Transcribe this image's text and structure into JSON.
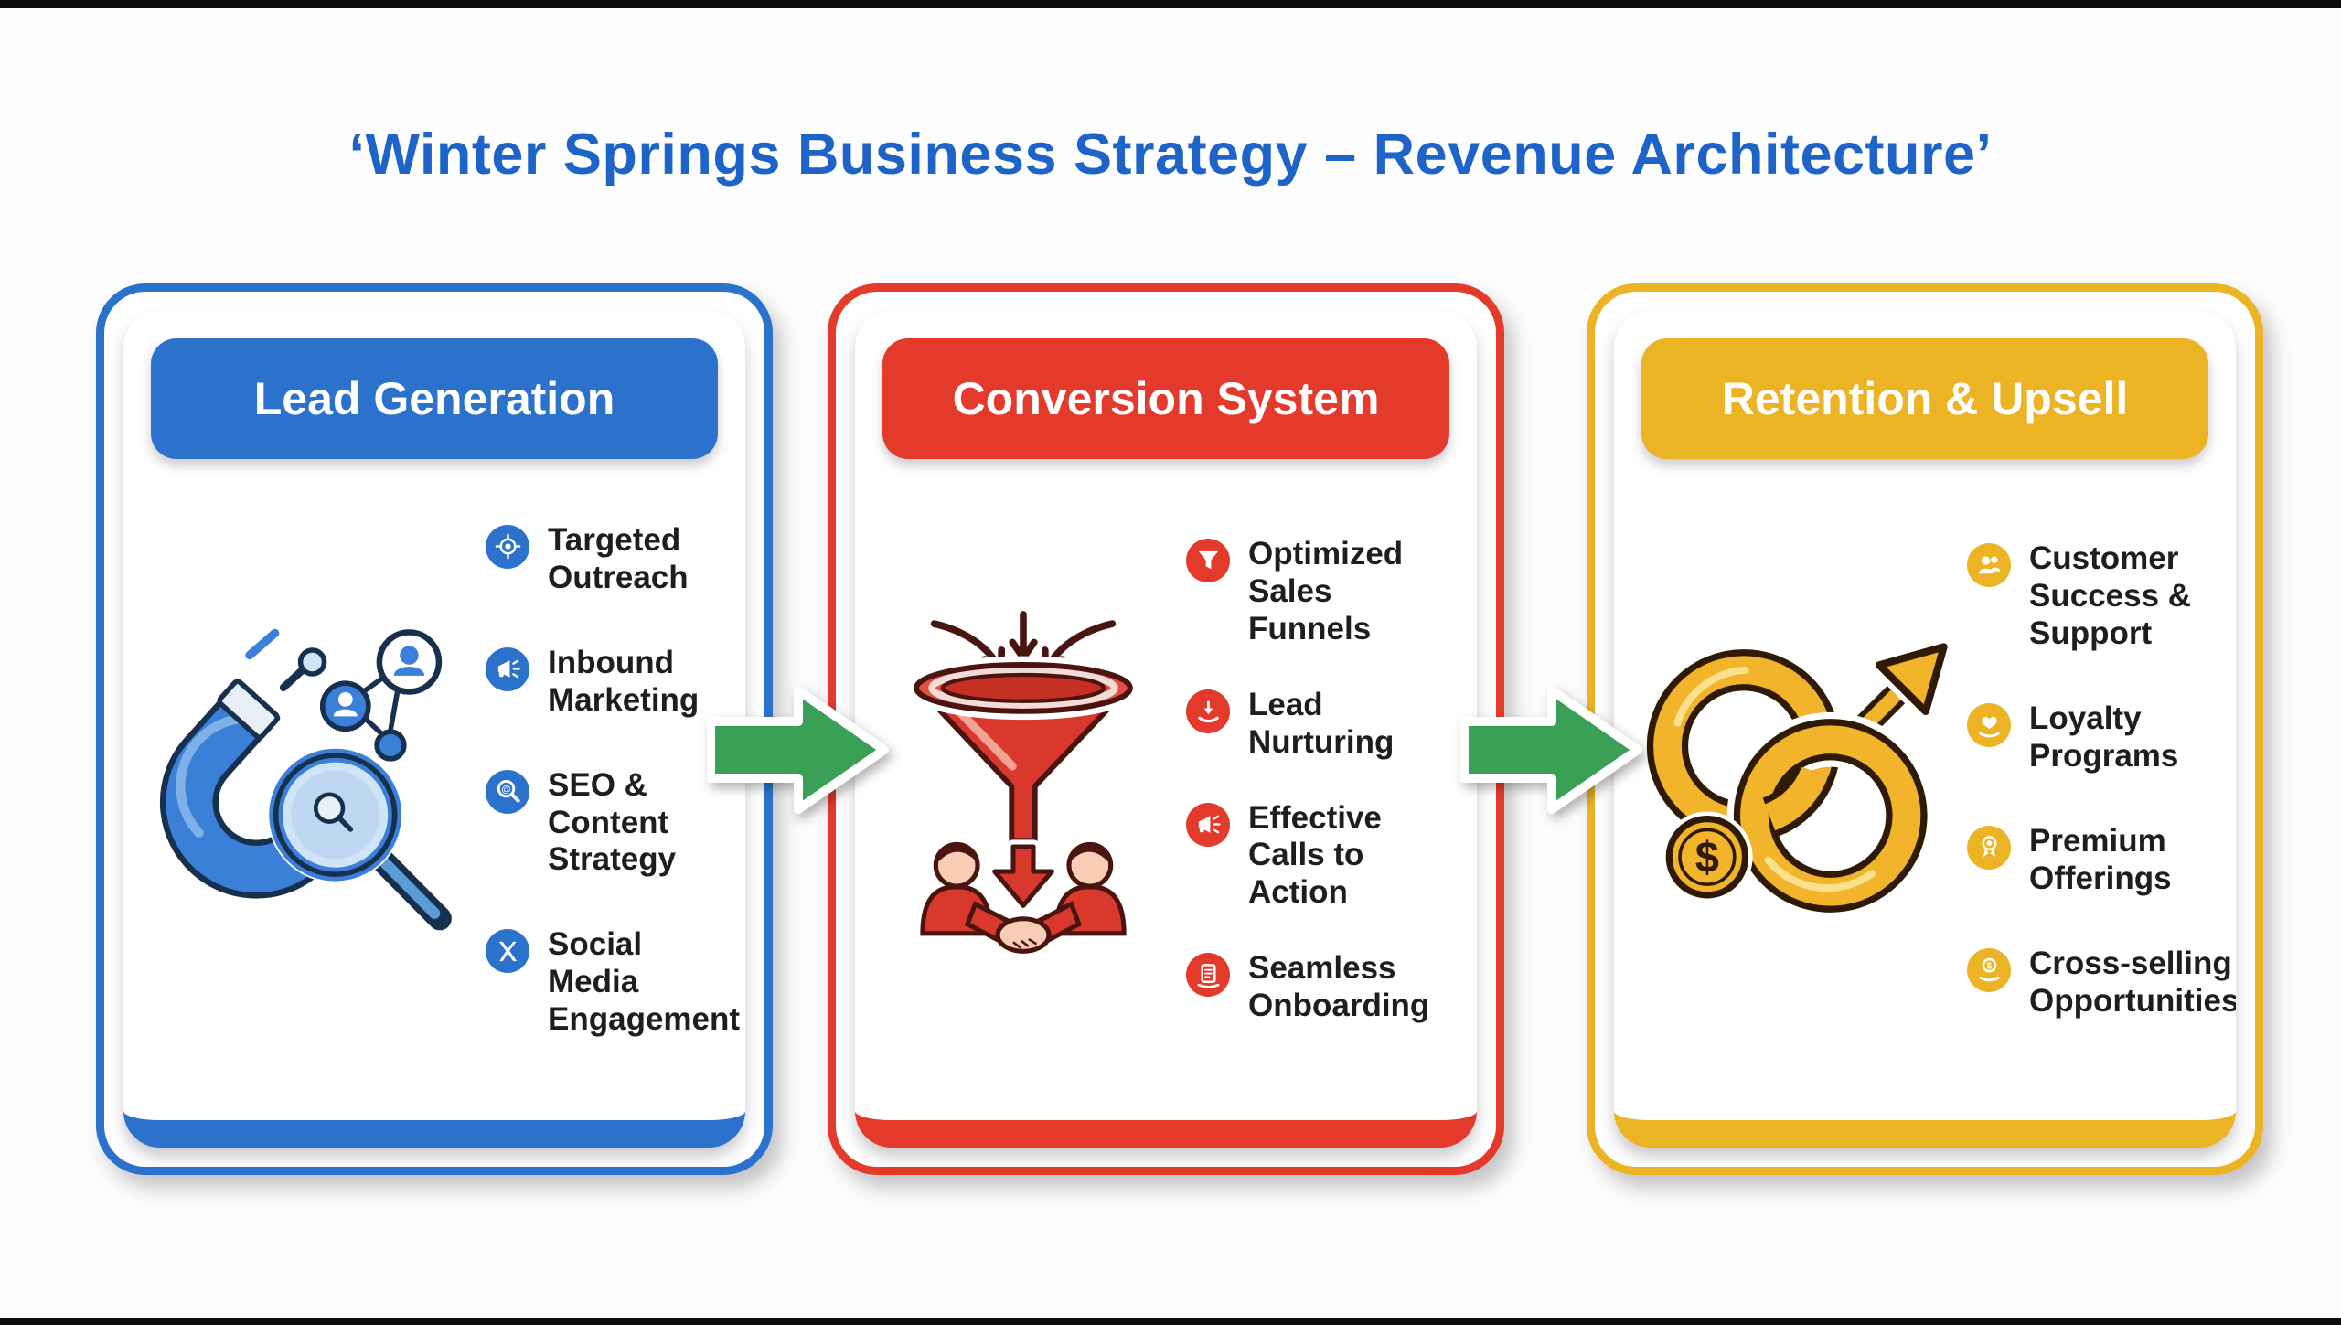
{
  "page": {
    "background": "#fdfdfd",
    "edge_bar_color": "#0d0d0d"
  },
  "title": {
    "text": "‘Winter Springs Business Strategy – Revenue Architecture’",
    "color": "#1d63c8"
  },
  "flow": {
    "arrow_color": "#3aa056",
    "arrow_outline": "#ffffff"
  },
  "cards": [
    {
      "id": "lead-generation",
      "accent": "#2b72cc",
      "header": "Lead Generation",
      "illustration": "magnet-attracting-leads-with-magnifier",
      "bullets": [
        {
          "icon": "target-icon",
          "label": "Targeted Outreach"
        },
        {
          "icon": "megaphone-icon",
          "label": "Inbound Marketing"
        },
        {
          "icon": "search-at-icon",
          "label": "SEO & Content Strategy"
        },
        {
          "icon": "x-social-icon",
          "label": "Social Media Engagement"
        }
      ]
    },
    {
      "id": "conversion-system",
      "accent": "#e43a2c",
      "header": "Conversion System",
      "illustration": "sales-funnel-with-handshake",
      "bullets": [
        {
          "icon": "funnel-icon",
          "label": "Optimized Sales Funnels"
        },
        {
          "icon": "hand-nurture-icon",
          "label": "Lead Nurturing"
        },
        {
          "icon": "megaphone-icon",
          "label": "Effective Calls to Action"
        },
        {
          "icon": "onboarding-doc-icon",
          "label": "Seamless Onboarding"
        }
      ]
    },
    {
      "id": "retention-upsell",
      "accent": "#ecb424",
      "header": "Retention & Upsell",
      "illustration": "linked-rings-growth-arrow-coin",
      "bullets": [
        {
          "icon": "customers-icon",
          "label": "Customer Success & Support"
        },
        {
          "icon": "hand-heart-icon",
          "label": "Loyalty Programs"
        },
        {
          "icon": "premium-badge-icon",
          "label": "Premium Offerings"
        },
        {
          "icon": "hand-coin-icon",
          "label": "Cross-selling Opportunities"
        }
      ]
    }
  ]
}
